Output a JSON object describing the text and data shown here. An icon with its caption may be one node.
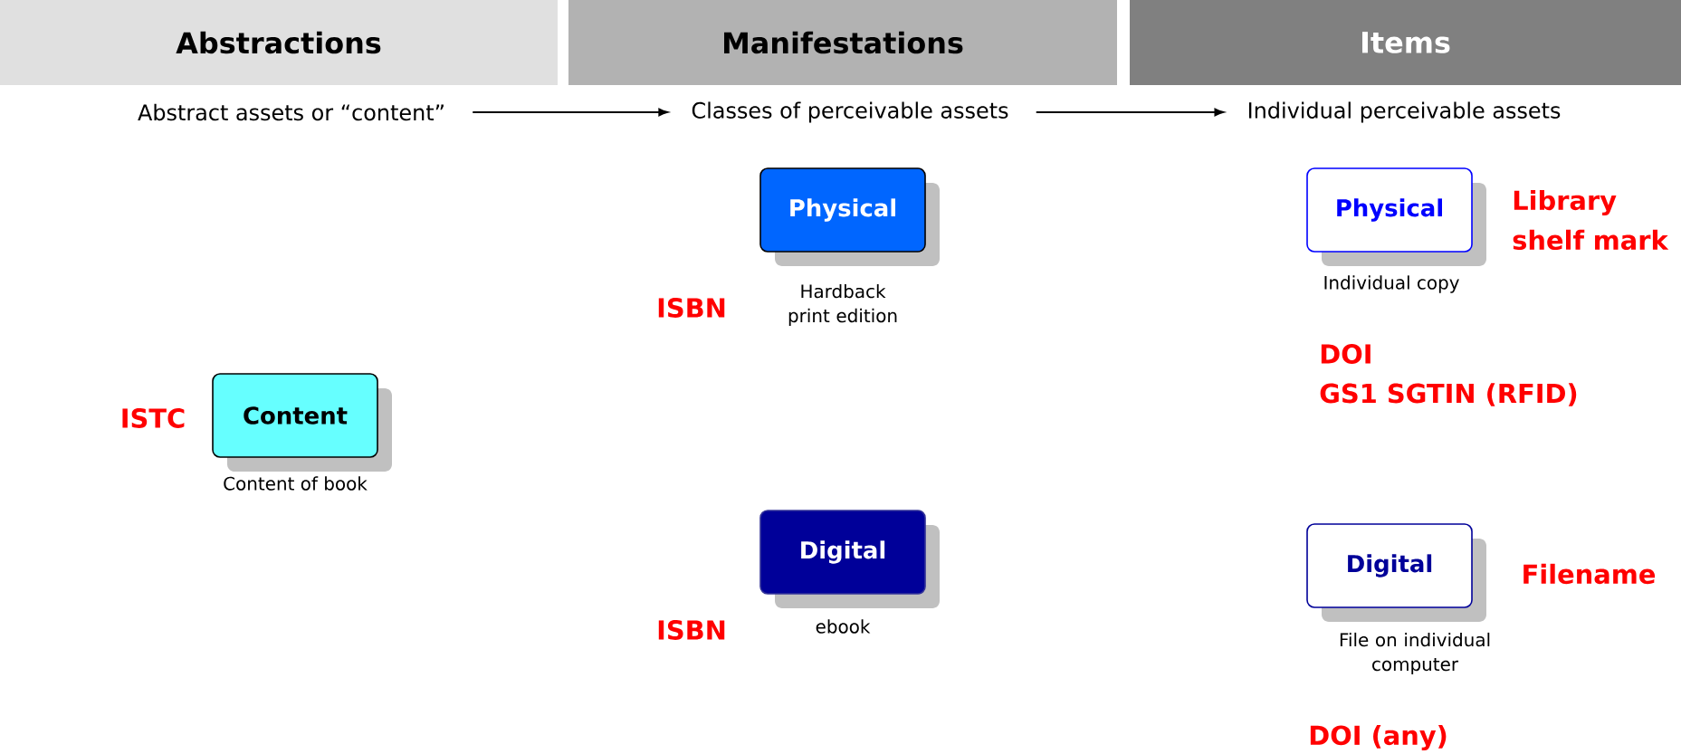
{
  "diagram": {
    "nodes": [
      {
        "text": [
          "Abstractions"
        ]
      },
      {
        "text": [
          "Manifestations"
        ]
      },
      {
        "text": [
          "Items"
        ]
      },
      {
        "text": [
          "Abstract assets or “content”"
        ]
      },
      {
        "text": [
          "Classes of perceivable assets"
        ]
      },
      {
        "text": [
          "Individual perceivable assets"
        ]
      },
      {
        "text": [
          "Content"
        ],
        "beside": [
          "Content of book"
        ]
      },
      {
        "text": [
          "Physical"
        ],
        "beside": [
          "Hardback print edition"
        ]
      },
      {
        "text": [
          "Digital"
        ],
        "beside": [
          "ebook"
        ]
      },
      {
        "text": [
          "Physical"
        ],
        "beside": [
          "Individual copy"
        ]
      },
      {
        "text": [
          "Digital"
        ],
        "beside": [
          "File on individual computer"
        ]
      }
    ],
    "edges": [
      {
        "from": 3,
        "to": 4,
        "arrow": "to"
      },
      {
        "from": 4,
        "to": 5,
        "arrow": "to"
      }
    ],
    "labels": [
      "Library shelf mark",
      "ISBN",
      "DOI",
      "GS1 SGTIN (RFID)",
      "ISTC",
      "Filename",
      "ISBN",
      "DOI (any)"
    ]
  }
}
